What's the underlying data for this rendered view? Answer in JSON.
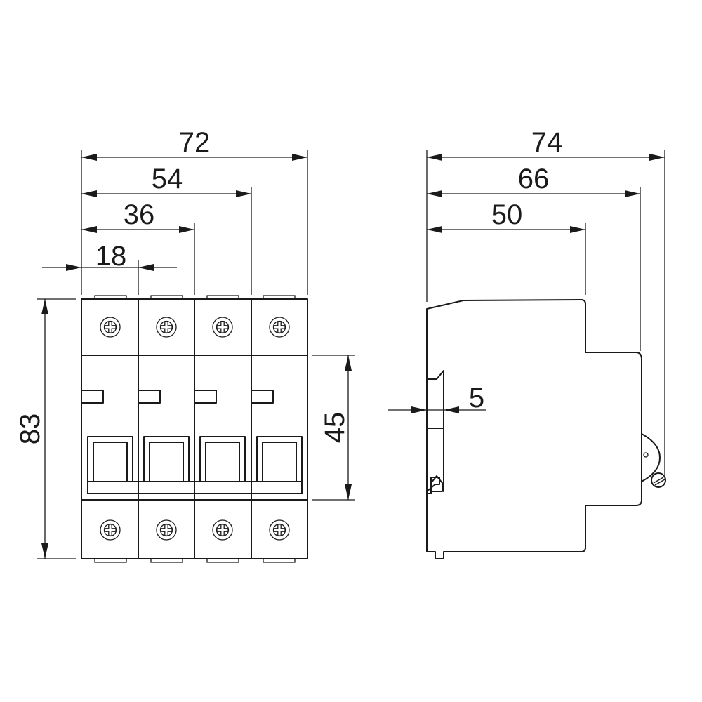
{
  "front_view": {
    "dimensions": {
      "width_4_pole": "72",
      "width_3_pole": "54",
      "width_2_pole": "36",
      "width_1_pole": "18",
      "height": "83",
      "window_height": "45"
    },
    "pole_count": 4
  },
  "side_view": {
    "dimensions": {
      "depth_total": "74",
      "depth_front": "66",
      "depth_shoulder": "50",
      "din_clip": "5"
    }
  },
  "colors": {
    "line": "#1a1a1a",
    "background": "#ffffff"
  },
  "icons": [
    "terminal-screw-icon",
    "dimension-arrow-icon"
  ]
}
